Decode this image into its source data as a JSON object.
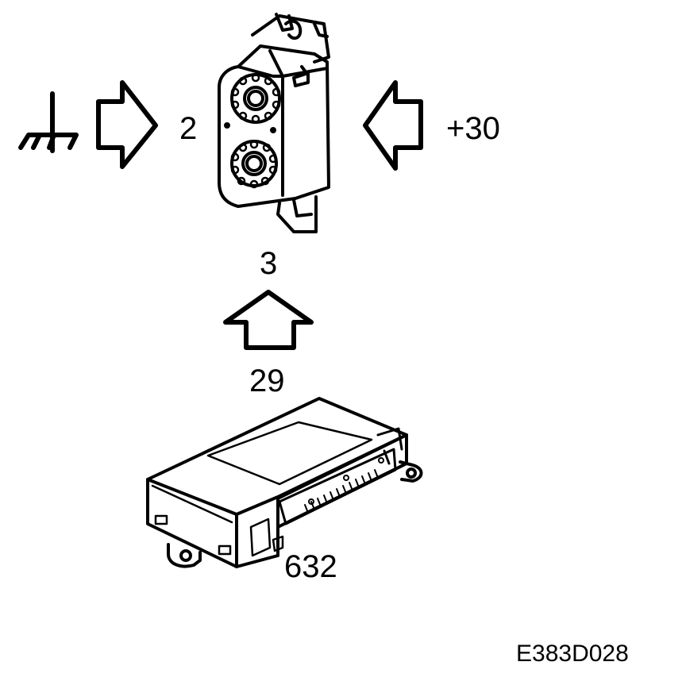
{
  "diagram": {
    "pin_ground": "2",
    "pin_power": "+30",
    "pin_signal": "3",
    "wire_signal": "29",
    "component": "632",
    "figure_code": "E383D028"
  },
  "icons": {
    "ground": "ground-symbol-icon",
    "speaker_unit": "speaker-unit-icon",
    "control_module": "control-module-icon"
  }
}
